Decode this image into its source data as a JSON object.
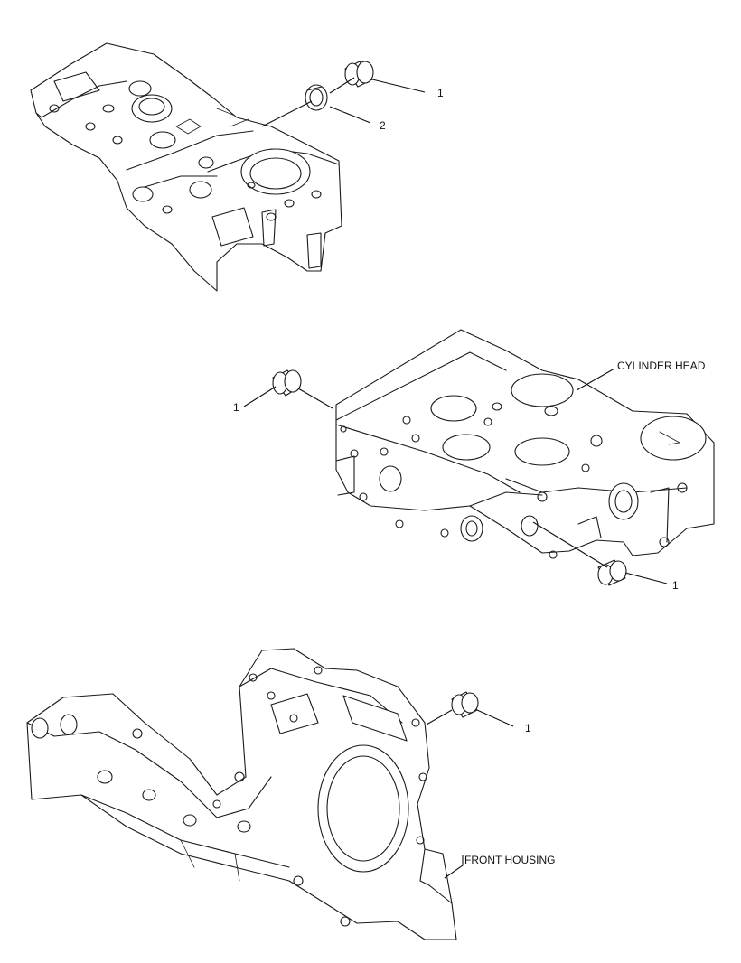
{
  "callouts": {
    "top_plug_1": "1",
    "top_plug_2": "2",
    "head_plug_left": "1",
    "head_plug_right": "1",
    "housing_plug": "1"
  },
  "labels": {
    "cylinder_head": "CYLINDER HEAD",
    "front_housing": "FRONT HOUSING"
  }
}
